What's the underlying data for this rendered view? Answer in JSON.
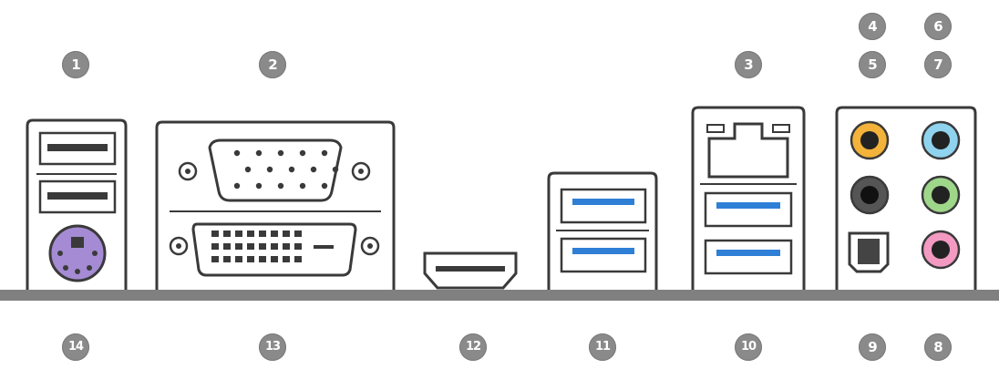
{
  "top_labels": [
    "1",
    "2",
    "3",
    "4",
    "5",
    "6",
    "7"
  ],
  "bottom_labels": [
    "14",
    "13",
    "12",
    "11",
    "10",
    "9",
    "8"
  ],
  "ports": [
    {
      "id": "usb-ps2-stack",
      "name": "USB 2.0 ports and PS/2 mouse/keyboard port"
    },
    {
      "id": "vga-dvi",
      "name": "D-Sub (VGA) and DVI-D ports"
    },
    {
      "id": "hdmi",
      "name": "HDMI port"
    },
    {
      "id": "usb3-stack",
      "name": "USB 3.0 ports"
    },
    {
      "id": "lan-usb3",
      "name": "RJ-45 LAN port with USB 3.0 ports"
    },
    {
      "id": "audio",
      "name": "Audio jacks and optical S/PDIF out"
    }
  ],
  "colors": {
    "outline": "#3a3a3a",
    "baseline": "#808080",
    "badge": "#8a8a8a",
    "usb3_blue": "#2f7fd6",
    "ps2_purple": "#a58bd3",
    "audio_orange": "#f3b23a",
    "audio_blue": "#8fd3ef",
    "audio_black": "#555555",
    "audio_green": "#9fd78a",
    "audio_pink": "#f29ac2"
  }
}
